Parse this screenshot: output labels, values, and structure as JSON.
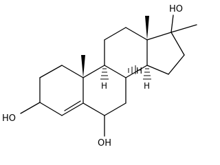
{
  "molecule": {
    "atom_labels": {
      "oh_c3": "HO",
      "oh_c6": "OH",
      "oh_c17": "HO",
      "h_c9": "H",
      "h_c8": "H",
      "h_c14": "H"
    }
  }
}
